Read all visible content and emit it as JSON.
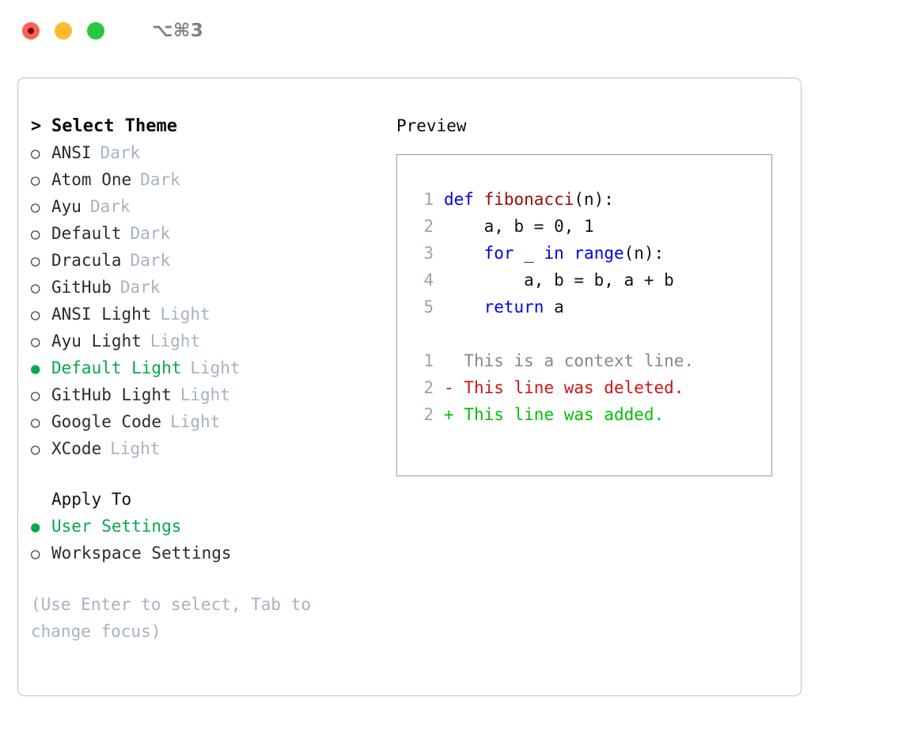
{
  "titlebar": {
    "shortcut": "⌥⌘3",
    "buttons": [
      {
        "name": "close",
        "color": "#fb6158",
        "recording": true
      },
      {
        "name": "minimize",
        "color": "#fdbc2e",
        "recording": false
      },
      {
        "name": "maximize",
        "color": "#27c83f",
        "recording": false
      }
    ]
  },
  "theme_picker": {
    "heading": "Select Theme",
    "caret": ">",
    "items": [
      {
        "label": "ANSI",
        "mode": "Dark",
        "selected": false
      },
      {
        "label": "Atom One",
        "mode": "Dark",
        "selected": false
      },
      {
        "label": "Ayu",
        "mode": "Dark",
        "selected": false
      },
      {
        "label": "Default",
        "mode": "Dark",
        "selected": false
      },
      {
        "label": "Dracula",
        "mode": "Dark",
        "selected": false
      },
      {
        "label": "GitHub",
        "mode": "Dark",
        "selected": false
      },
      {
        "label": "ANSI Light",
        "mode": "Light",
        "selected": false
      },
      {
        "label": "Ayu Light",
        "mode": "Light",
        "selected": false
      },
      {
        "label": "Default Light",
        "mode": "Light",
        "selected": true
      },
      {
        "label": "GitHub Light",
        "mode": "Light",
        "selected": false
      },
      {
        "label": "Google Code",
        "mode": "Light",
        "selected": false
      },
      {
        "label": "XCode",
        "mode": "Light",
        "selected": false
      }
    ]
  },
  "apply_to": {
    "heading": "Apply To",
    "items": [
      {
        "label": "User Settings",
        "selected": true
      },
      {
        "label": "Workspace Settings",
        "selected": false
      }
    ]
  },
  "hint": "(Use Enter to select, Tab to change focus)",
  "preview": {
    "title": "Preview",
    "code": [
      {
        "lineno": "1",
        "tokens": [
          {
            "text": "def ",
            "kind": "kw"
          },
          {
            "text": "fibonacci",
            "kind": "fn"
          },
          {
            "text": "(n):",
            "kind": "plain"
          }
        ]
      },
      {
        "lineno": "2",
        "tokens": [
          {
            "text": "    a, b = 0, 1",
            "kind": "plain"
          }
        ]
      },
      {
        "lineno": "3",
        "tokens": [
          {
            "text": "    ",
            "kind": "plain"
          },
          {
            "text": "for",
            "kind": "kw"
          },
          {
            "text": " _ ",
            "kind": "plain"
          },
          {
            "text": "in",
            "kind": "kw"
          },
          {
            "text": " ",
            "kind": "plain"
          },
          {
            "text": "range",
            "kind": "kw"
          },
          {
            "text": "(n):",
            "kind": "plain"
          }
        ]
      },
      {
        "lineno": "4",
        "tokens": [
          {
            "text": "        a, b = b, a + b",
            "kind": "plain"
          }
        ]
      },
      {
        "lineno": "5",
        "tokens": [
          {
            "text": "    ",
            "kind": "plain"
          },
          {
            "text": "return",
            "kind": "kw"
          },
          {
            "text": " a",
            "kind": "plain"
          }
        ]
      }
    ],
    "diff": [
      {
        "lineno": "1",
        "marker": " ",
        "text": "This is a context line.",
        "kind": "ctx"
      },
      {
        "lineno": "2",
        "marker": "-",
        "text": "This line was deleted.",
        "kind": "del"
      },
      {
        "lineno": "2",
        "marker": "+",
        "text": "This line was added.",
        "kind": "add"
      }
    ]
  },
  "colors": {
    "accent_green": "#06a84a",
    "mode_label": "#a6b2c2",
    "lineno": "#98a4b2",
    "keyword": "#0000ee",
    "function": "#a00909",
    "diff_context": "#808a93",
    "diff_deleted": "#cc1515",
    "diff_added": "#00c000",
    "panel_border": "#b9c2cf",
    "preview_border": "#8e9cab"
  }
}
